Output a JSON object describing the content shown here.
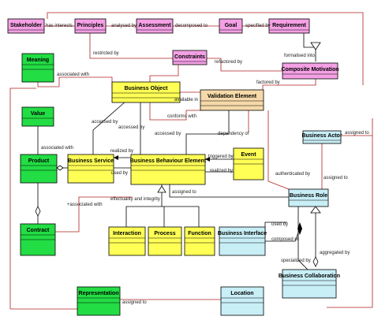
{
  "colors": {
    "pink": "#f4a0e4",
    "green": "#22dd44",
    "yellow": "#ffff55",
    "tan": "#f5d9a8",
    "cyan": "#c8eef6",
    "line_red": "#b02020",
    "line_black": "#000000"
  },
  "classes": {
    "stakeholder": "Stakeholder",
    "principles": "Principles",
    "assessment": "Assessment",
    "goal": "Goal",
    "requirement": "Requirement",
    "meaning": "Meaning",
    "constraints": "Constraints",
    "composite_motivation": "Composite Motivation",
    "business_object": "Business Object",
    "validation_element": "Validation Element",
    "value": "Value",
    "product": "Product",
    "contract": "Contract",
    "business_service": "Business Service",
    "business_behaviour_element": "Business Behaviour Element",
    "event": "Event",
    "business_actor": "Business Actor",
    "business_role": "Business Role",
    "interaction": "Interaction",
    "process": "Process",
    "function": "Function",
    "business_interface": "Business Interface",
    "business_collaboration": "Business Collaboration",
    "representation": "Representation",
    "location": "Location"
  },
  "relations": {
    "has_interests": "has interests",
    "analysed_by": "analysed by",
    "decomposed_to": "decomposed to",
    "specified_by": "specified by",
    "restricted_by": "restricted by",
    "refactored_by": "refactored by",
    "formalised_into": "formalised into",
    "associated_with_meaning": "associated with",
    "factored_by": "factored by",
    "available_in": "available in",
    "conforms_with": "conforms with",
    "accessed_by_1": "accessed by",
    "accessed_by_2": "accessed by",
    "accessed_by_3": "accessed by",
    "dependency_of": "dependency of",
    "associated_with_value": "associated with",
    "realized_by_1": "realized by",
    "triggered_by": "triggered by",
    "used_by_1": "used by",
    "realized_by_2": "realized by",
    "assigned_to_1": "assigned to",
    "authenticated_by": "authenticated by",
    "assigned_to_2": "assigned to",
    "associated_with_plus": "+associated with",
    "effectuality": "effectuality and integrity",
    "assigned_to_3": "assigned to",
    "used_by_2": "used by",
    "composed_of": "composed of",
    "specialized_by": "specialized by",
    "aggregated_by": "aggregated by",
    "assigned_to_4": "assigned to"
  }
}
